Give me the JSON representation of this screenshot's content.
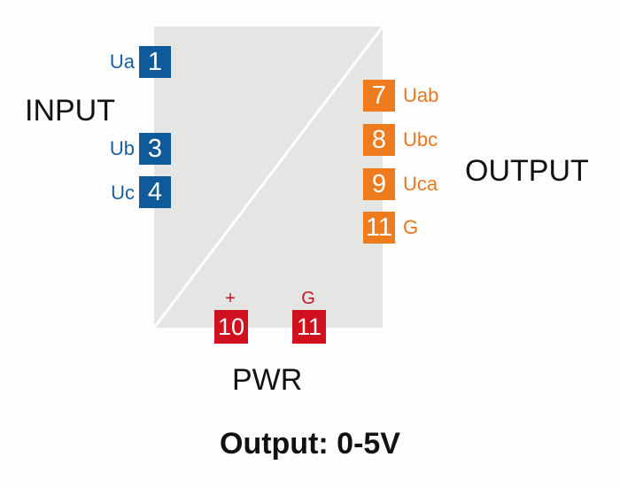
{
  "input": {
    "title": "INPUT",
    "terminals": [
      {
        "num": "1",
        "label": "Ua"
      },
      {
        "num": "3",
        "label": "Ub"
      },
      {
        "num": "4",
        "label": "Uc"
      }
    ]
  },
  "output": {
    "title": "OUTPUT",
    "terminals": [
      {
        "num": "7",
        "label": "Uab"
      },
      {
        "num": "8",
        "label": "Ubc"
      },
      {
        "num": "9",
        "label": "Uca"
      },
      {
        "num": "11",
        "label": "G"
      }
    ]
  },
  "power": {
    "title": "PWR",
    "terminals": [
      {
        "num": "10",
        "label": "+"
      },
      {
        "num": "11",
        "label": "G"
      }
    ]
  },
  "footer": "Output: 0-5V",
  "colors": {
    "input": "#0f5a9b",
    "output": "#ee7b1e",
    "power": "#d0101e",
    "module": "#e5e5e3"
  }
}
